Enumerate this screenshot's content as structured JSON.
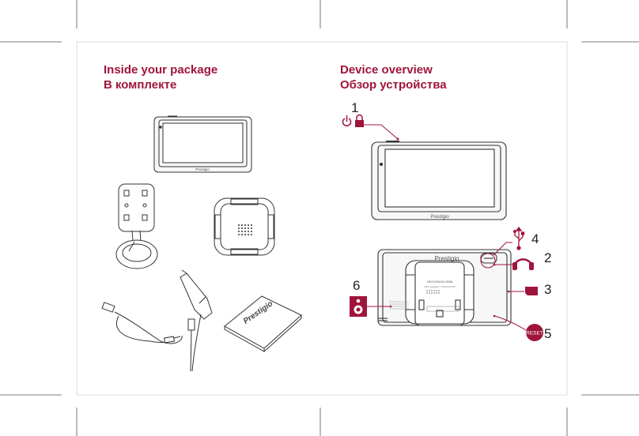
{
  "left_panel": {
    "title_en": "Inside your package",
    "title_ru": "В комплекте"
  },
  "right_panel": {
    "title_en": "Device overview",
    "title_ru": "Обзор устройства"
  },
  "device": {
    "brand": "Prestigio",
    "model_label": "GEOVISION 5056",
    "back_text": "GPS navigator / NAVIGATOR",
    "reset_label": "RESET"
  },
  "manual": {
    "brand": "Prestigio"
  },
  "callouts": [
    {
      "number": "1",
      "icon": "power-lock-icon"
    },
    {
      "number": "2",
      "icon": "headphones-icon"
    },
    {
      "number": "3",
      "icon": "memory-card-icon"
    },
    {
      "number": "4",
      "icon": "usb-icon"
    },
    {
      "number": "5",
      "icon": "reset-icon"
    },
    {
      "number": "6",
      "icon": "speaker-icon"
    }
  ],
  "colors": {
    "accent": "#a0143c",
    "line": "#333333",
    "crop": "#555555"
  }
}
